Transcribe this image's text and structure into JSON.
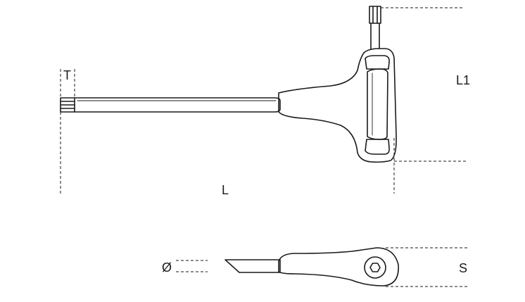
{
  "labels": {
    "tip_width": "T",
    "handle_height": "L1",
    "overall_length": "L",
    "shaft_diameter": "Ø",
    "handle_thickness": "S"
  }
}
